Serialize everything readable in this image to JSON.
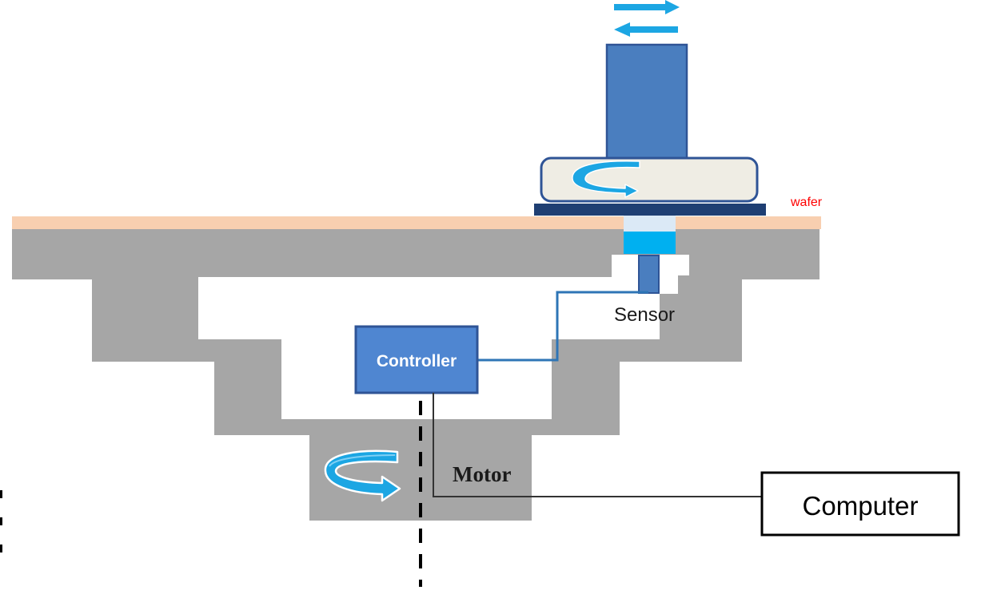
{
  "labels": {
    "wafer": "wafer",
    "sensor": "Sensor",
    "controller": "Controller",
    "motor": "Motor",
    "computer": "Computer"
  },
  "colors": {
    "pad_gray": "#a6a6a6",
    "wafer_layer": "#f8cfb0",
    "head_blue": "#4a7ebf",
    "head_outline": "#2f5496",
    "carrier_fill": "#efede4",
    "carrier_dark": "#1f3f73",
    "window_cyan": "#00b0f0",
    "arrow_cyan": "#1ca6e3",
    "controller_fill": "#4f86d1",
    "line_blue": "#2e75b6",
    "wafer_label": "#ff0000",
    "black": "#000000"
  },
  "icons": {
    "head_arrows": "double-horizontal-arrows-icon",
    "head_rotation": "rotation-arrow-icon",
    "motor_rotation": "rotation-arrow-icon"
  }
}
